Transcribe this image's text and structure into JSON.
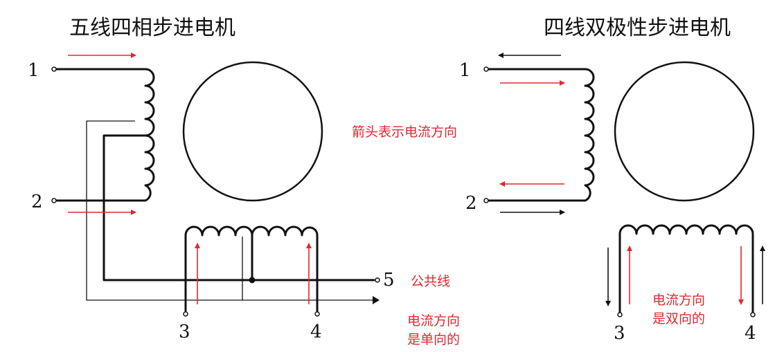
{
  "left": {
    "title": "五线四相步进电机",
    "terminals": [
      "1",
      "2",
      "3",
      "4",
      "5"
    ],
    "common_label": "公共线",
    "note_line1": "电流方向",
    "note_line2": "是单向的"
  },
  "right": {
    "title": "四线双极性步进电机",
    "terminals": [
      "1",
      "2",
      "3",
      "4"
    ],
    "note_line1": "电流方向",
    "note_line2": "是双向的"
  },
  "arrow_note": "箭头表示电流方向",
  "colors": {
    "line": "#111111",
    "accent": "#e0282e"
  }
}
